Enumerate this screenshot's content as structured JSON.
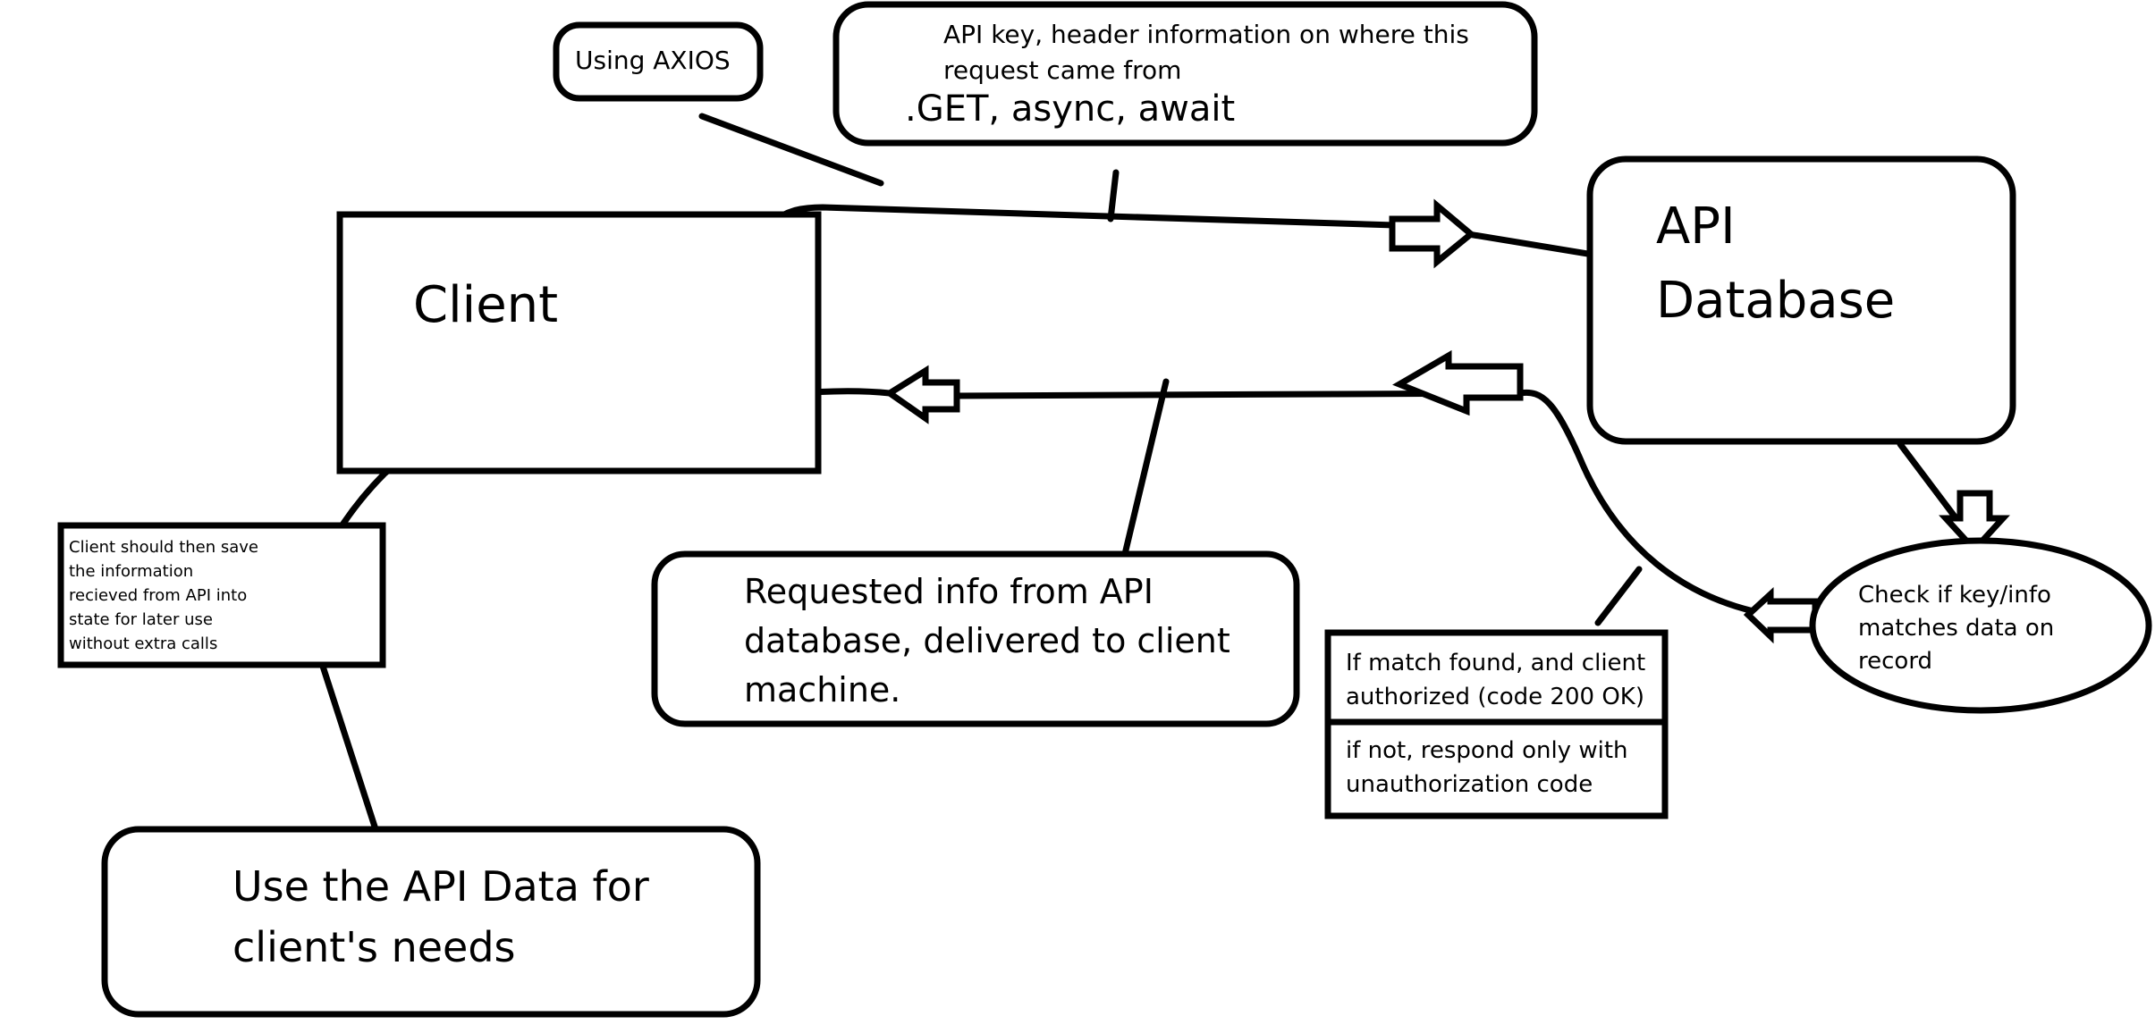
{
  "diagram": {
    "nodes": {
      "axios_note": {
        "lines": [
          "Using AXIOS"
        ]
      },
      "request_note": {
        "lines": [
          "API key, header information on where this",
          "request came from"
        ],
        "method_line": ".GET, async, await"
      },
      "client": {
        "lines": [
          "Client"
        ]
      },
      "api_database": {
        "lines": [
          "API",
          "Database"
        ]
      },
      "save_note": {
        "lines": [
          "Client should then save",
          "the information",
          "recieved from API into",
          "state for later use",
          "without extra calls"
        ]
      },
      "response_note": {
        "lines": [
          "Requested info from API",
          "database, delivered to client",
          "machine."
        ]
      },
      "match_found": {
        "lines": [
          "If match found, and client",
          "authorized (code 200 OK)"
        ]
      },
      "not_match": {
        "lines": [
          "if not, respond only with",
          "unauthorization code"
        ]
      },
      "check_key": {
        "lines": [
          "Check if key/info",
          "matches data on",
          "record"
        ]
      },
      "use_data": {
        "lines": [
          "Use the API Data for",
          "client's needs"
        ]
      }
    },
    "edges": [
      {
        "from": "client",
        "to": "api_database",
        "description": "request"
      },
      {
        "from": "api_database",
        "to": "check_key",
        "description": "verify"
      },
      {
        "from": "check_key",
        "to": "client",
        "description": "response"
      },
      {
        "from": "client",
        "to": "save_note",
        "description": "store"
      }
    ]
  }
}
